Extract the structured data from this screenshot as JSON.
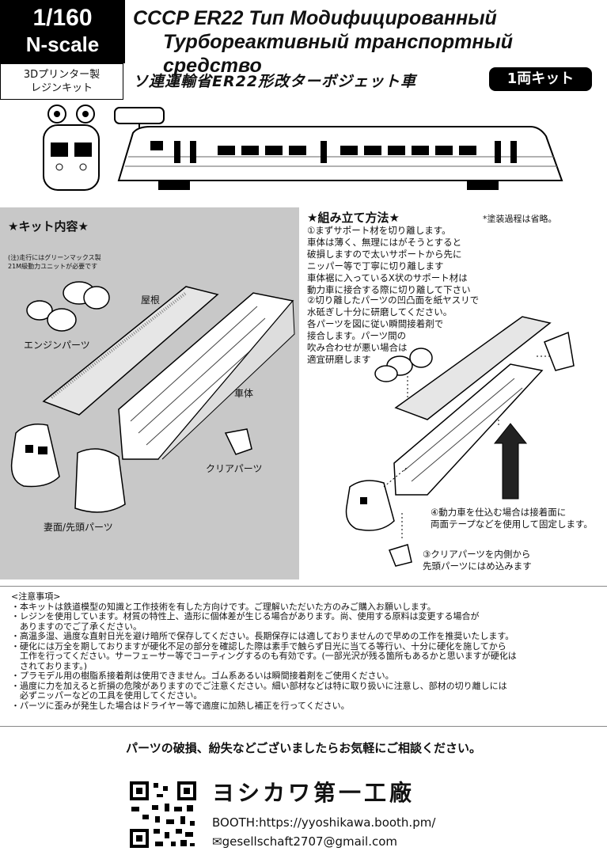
{
  "header": {
    "scale_main": "1/160",
    "scale_sub": "N-scale",
    "kit_type_line1": "3Dプリンター製",
    "kit_type_line2": "レジンキット",
    "title_line1": "CCCP ER22 Тип Модифицированный",
    "title_line2": "Турбореактивный транспортный средство",
    "subtitle": "ソ連運輸省ER22形改ターボジェット車",
    "badge": "1両キット"
  },
  "kit_contents": {
    "heading": "★キット内容★",
    "note_line1": "(注)走行にはグリーンマックス製",
    "note_line2": "21M級動力ユニットが必要です",
    "labels": {
      "roof": "屋根",
      "engine": "エンジンパーツ",
      "body": "車体",
      "clear": "クリアパーツ",
      "face": "妻面/先頭パーツ"
    }
  },
  "assembly": {
    "heading": "★組み立て方法★",
    "paint_note": "*塗装過程は省略。",
    "step1": [
      "①まずサポート材を切り離します。",
      "車体は薄く、無理にはがそうとすると",
      "破損しますので太いサポートから先に",
      "ニッパー等で丁寧に切り離します",
      "車体裾に入っているX状のサポート材は",
      "動力車に接合する際に切り離して下さい"
    ],
    "step2": [
      "②切り離したパーツの凹凸面を紙ヤスリで",
      "水砥ぎし十分に研磨してください。",
      "各パーツを図に従い瞬間接着剤で",
      "接合します。パーツ間の",
      "吹み合わせが悪い場合は",
      "適宜研磨します"
    ],
    "step4": [
      "④動力車を仕込む場合は接着面に",
      "両面テープなどを使用して固定します。"
    ],
    "step3": [
      "③クリアパーツを内側から",
      "先頭パーツにはめ込みます"
    ]
  },
  "cautions": {
    "lines": [
      "<注意事項>",
      "・本キットは鉄道模型の知識と工作技術を有した方向けです。ご理解いただいた方のみご購入お願いします。",
      "・レジンを使用しています。材質の特性上、造形に個体差が生じる場合があります。尚、使用する原料は変更する場合が",
      "　ありますのでご了承ください。",
      "・高温多湿、過度な直射日光を避け暗所で保存してください。長期保存には適しておりませんので早めの工作を推奨いたします。",
      "・硬化には万全を期しておりますが硬化不足の部分を確認した際は素手で触らず日光に当てる等行い、十分に硬化を施してから",
      "　工作を行ってください。サーフェーサー等でコーティングするのも有効です。(一部光沢が残る箇所もあるかと思いますが硬化は",
      "　されております。)",
      "・プラモデル用の樹脂系接着剤は使用できません。ゴム系あるいは瞬間接着剤をご使用ください。",
      "・過度に力を加えると折損の危険がありますのでご注意ください。細い部材などは特に取り扱いに注意し、部材の切り離しには",
      "　必ずニッパーなどの工具を使用してください。",
      "・パーツに歪みが発生した場合はドライヤー等で適度に加熱し補正を行ってください。"
    ]
  },
  "footer": {
    "contact": "パーツの破損、紛失などございましたらお気軽にご相談ください。",
    "brand": "ヨシカワ第一工廠",
    "booth": "BOOTH:https://yyoshikawa.booth.pm/",
    "mail": "✉gesellschaft2707@gmail.com"
  }
}
